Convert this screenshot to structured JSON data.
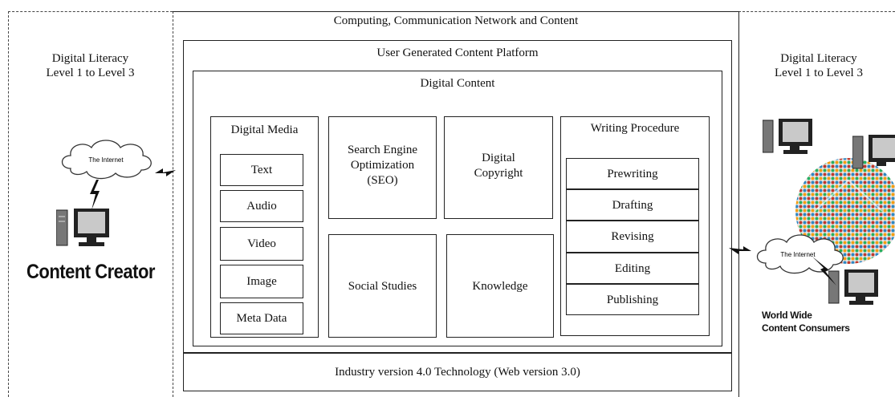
{
  "left_panel": {
    "literacy_line1": "Digital Literacy",
    "literacy_line2": "Level 1 to Level 3",
    "cloud_label": "The Internet",
    "creator_label": "Content Creator"
  },
  "right_panel": {
    "literacy_line1": "Digital Literacy",
    "literacy_line2": "Level 1 to Level 3",
    "cloud_label": "The Internet",
    "consumers_line1": "World Wide",
    "consumers_line2": "Content Consumers"
  },
  "outer": {
    "title": "Computing, Communication Network and Content",
    "footer": "Industry version 4.0 Technology (Web version 3.0)"
  },
  "platform": {
    "title": "User Generated Content Platform"
  },
  "content": {
    "title": "Digital Content"
  },
  "media": {
    "title": "Digital Media",
    "items": [
      "Text",
      "Audio",
      "Video",
      "Image",
      "Meta Data"
    ]
  },
  "seo": {
    "line1": "Search Engine",
    "line2": "Optimization",
    "line3": "(SEO)"
  },
  "copyright": {
    "line1": "Digital",
    "line2": "Copyright"
  },
  "social": {
    "label": "Social Studies"
  },
  "knowledge": {
    "label": "Knowledge"
  },
  "writing": {
    "title": "Writing Procedure",
    "steps": [
      "Prewriting",
      "Drafting",
      "Revising",
      "Editing",
      "Publishing"
    ]
  },
  "icons": [
    "cloud-icon",
    "lightning-icon",
    "computer-icon",
    "globe-crowd-icon"
  ]
}
